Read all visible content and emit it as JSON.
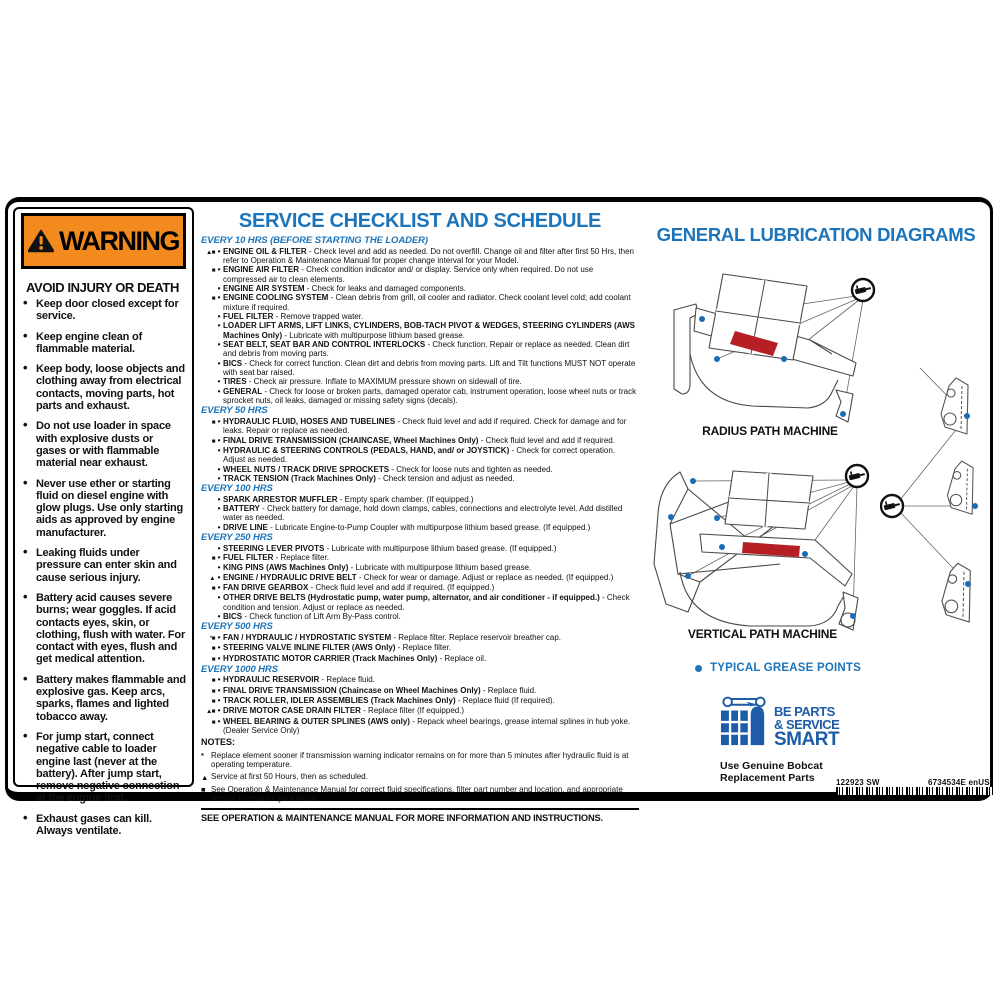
{
  "warning": {
    "header": "WARNING",
    "title": "AVOID INJURY OR DEATH",
    "bullets": [
      "Keep door closed except for service.",
      "Keep engine clean of flammable material.",
      "Keep body, loose objects and clothing away from electrical contacts, moving parts, hot parts and exhaust.",
      "Do not use loader in space with explosive dusts or gases or with flammable material near exhaust.",
      "Never use ether or starting fluid on diesel engine with glow plugs. Use only starting aids as approved by engine manufacturer.",
      "Leaking fluids under pressure can enter skin and cause serious injury.",
      "Battery acid causes severe burns; wear goggles.  If acid contacts eyes, skin, or clothing, flush with water.  For contact with eyes, flush and get medical attention.",
      "Battery makes flammable and explosive gas.  Keep arcs, sparks, flames and lighted tobacco away.",
      "For jump start, connect negative cable to loader engine last (never at the battery).  After jump start, remove negative connection at the engine first.",
      "Exhaust gases can kill. Always ventilate."
    ]
  },
  "checklist": {
    "title": "SERVICE CHECKLIST AND SCHEDULE",
    "sections": [
      {
        "header": "EVERY 10 HRS (BEFORE STARTING THE LOADER)",
        "items": [
          {
            "m": "ts",
            "name": "ENGINE OIL & FILTER",
            "desc": "Check level and add as needed.  Do not overfill.  Change oil and filter after first 50 Hrs, then refer to Operation & Maintenance Manual for proper change interval for your Model."
          },
          {
            "m": "s",
            "name": "ENGINE AIR FILTER",
            "desc": "Check condition indicator and/ or display.  Service only when required.  Do not use compressed air to clean elements."
          },
          {
            "m": "",
            "name": "ENGINE AIR SYSTEM",
            "desc": "Check for leaks and damaged components."
          },
          {
            "m": "s",
            "name": "ENGINE COOLING SYSTEM",
            "desc": "Clean debris from grill, oil cooler and radiator.  Check coolant level cold; add coolant mixture if required."
          },
          {
            "m": "",
            "name": "FUEL FILTER",
            "desc": "Remove trapped water."
          },
          {
            "m": "",
            "name": "LOADER LIFT ARMS, LIFT LINKS, CYLINDERS, BOB-TACH PIVOT & WEDGES, STEERING CYLINDERS (AWS Machines Only)",
            "desc": "Lubricate with multipurpose lithium based grease."
          },
          {
            "m": "",
            "name": "SEAT BELT, SEAT BAR AND CONTROL INTERLOCKS",
            "desc": "Check function.  Repair or replace as needed.  Clean dirt and debris from moving parts."
          },
          {
            "m": "",
            "name": "BICS",
            "desc": "Check for correct function.  Clean dirt and debris from moving parts.  Lift and Tilt functions MUST NOT operate with seat bar raised."
          },
          {
            "m": "",
            "name": "TIRES",
            "desc": "Check air pressure.  Inflate to MAXIMUM pressure shown on sidewall of tire."
          },
          {
            "m": "",
            "name": "GENERAL",
            "desc": "Check for loose or broken parts, damaged operator cab, instrument operation, loose wheel nuts or track sprocket nuts, oil leaks, damaged or missing safety signs (decals)."
          }
        ]
      },
      {
        "header": "EVERY 50 HRS",
        "items": [
          {
            "m": "s",
            "name": "HYDRAULIC FLUID, HOSES AND TUBELINES",
            "desc": "Check fluid level and add if required.  Check for damage and for leaks.  Repair or replace as needed."
          },
          {
            "m": "s",
            "name": "FINAL DRIVE TRANSMISSION (CHAINCASE, Wheel Machines Only)",
            "desc": "Check fluid level and add if required."
          },
          {
            "m": "",
            "name": "HYDRAULIC & STEERING CONTROLS (PEDALS, HAND, and/ or JOYSTICK)",
            "desc": "Check for correct operation.  Adjust as needed."
          },
          {
            "m": "",
            "name": "WHEEL NUTS / TRACK DRIVE SPROCKETS",
            "desc": "Check for loose nuts and tighten as needed."
          },
          {
            "m": "",
            "name": "TRACK TENSION (Track Machines Only)",
            "desc": "Check tension and adjust as needed."
          }
        ]
      },
      {
        "header": "EVERY 100 HRS",
        "items": [
          {
            "m": "",
            "name": "SPARK ARRESTOR MUFFLER",
            "desc": "Empty spark chamber.  (If equipped.)"
          },
          {
            "m": "",
            "name": "BATTERY",
            "desc": "Check battery for damage, hold down clamps, cables, connections and electrolyte level.  Add distilled water as needed."
          },
          {
            "m": "",
            "name": "DRIVE LINE",
            "desc": "Lubricate Engine-to-Pump Coupler with multipurpose lithium based grease.  (If equipped.)"
          }
        ]
      },
      {
        "header": "EVERY 250 HRS",
        "items": [
          {
            "m": "",
            "name": "STEERING LEVER PIVOTS",
            "desc": "Lubricate with multipurpose lithium based grease.  (If equipped.)"
          },
          {
            "m": "s",
            "name": "FUEL FILTER",
            "desc": "Replace filter."
          },
          {
            "m": "",
            "name": "KING PINS (AWS Machines Only)",
            "desc": "Lubricate with multipurpose lithium based grease."
          },
          {
            "m": "t",
            "name": "ENGINE / HYDRAULIC DRIVE BELT",
            "desc": "Check for wear or damage.  Adjust or replace as needed.  (If equipped.)"
          },
          {
            "m": "s",
            "name": "FAN DRIVE GEARBOX",
            "desc": "Check fluid level and add if required.  (If equipped.)"
          },
          {
            "m": "",
            "name": "OTHER DRIVE BELTS (Hydrostatic pump, water pump, alternator, and air conditioner - if equipped.)",
            "desc": "Check condition and tension.  Adjust or replace as needed."
          },
          {
            "m": "",
            "name": "BICS",
            "desc": "Check function of Lift Arm By-Pass control."
          }
        ]
      },
      {
        "header": "EVERY 500 HRS",
        "items": [
          {
            "m": "xs",
            "name": "FAN / HYDRAULIC / HYDROSTATIC SYSTEM",
            "desc": "Replace filter.  Replace reservoir breather cap."
          },
          {
            "m": "s",
            "name": "STEERING VALVE INLINE FILTER (AWS Only)",
            "desc": "Replace filter."
          },
          {
            "m": "s",
            "name": "HYDROSTATIC MOTOR CARRIER (Track Machines Only)",
            "desc": "Replace oil."
          }
        ]
      },
      {
        "header": "EVERY 1000 HRS",
        "items": [
          {
            "m": "s",
            "name": "HYDRAULIC RESERVOIR",
            "desc": "Replace fluid."
          },
          {
            "m": "s",
            "name": "FINAL DRIVE TRANSMISSION (Chaincase on Wheel Machines Only)",
            "desc": "Replace fluid."
          },
          {
            "m": "s",
            "name": "TRACK ROLLER, IDLER ASSEMBLIES (Track Machines Only)",
            "desc": "Replace fluid (If required)."
          },
          {
            "m": "ts",
            "name": "DRIVE MOTOR CASE DRAIN FILTER",
            "desc": "Replace filter (If equipped.)"
          },
          {
            "m": "s",
            "name": "WHEEL BEARING & OUTER SPLINES (AWS only)",
            "desc": "Repack wheel bearings, grease internal splines in hub yoke. (Dealer Service Only)"
          }
        ]
      }
    ],
    "notes_label": "NOTES:",
    "notes": [
      {
        "m": "x",
        "text": "Replace element sooner if transmission warning indicator remains on for more than 5 minutes after hydraulic fluid is at operating temperature."
      },
      {
        "m": "t",
        "text": "Service at first 50 Hours, then as scheduled."
      },
      {
        "m": "s",
        "text": "See Operation & Maintenance Manual for correct fluid specifications, filter part number and location, and appropriate service interval for your Model."
      }
    ],
    "footer": "SEE OPERATION & MAINTENANCE MANUAL FOR MORE INFORMATION AND INSTRUCTIONS."
  },
  "diagrams": {
    "title": "GENERAL LUBRICATION DIAGRAMS",
    "radius_caption": "RADIUS PATH MACHINE",
    "vertical_caption": "VERTICAL PATH MACHINE",
    "legend": "TYPICAL GREASE POINTS",
    "logo_line1": "BE PARTS",
    "logo_line2": "& SERVICE",
    "logo_line3": "SMART",
    "genuine_line1": "Use Genuine Bobcat",
    "genuine_line2": "Replacement Parts",
    "part_number_left": "122923 SW",
    "part_number_right": "6734534E enUS"
  },
  "colors": {
    "accent_blue": "#1c74ba",
    "warning_orange": "#f28a1e",
    "decal_red": "#b62025",
    "logo_blue": "#1e5ca8",
    "grease_dot_blue": "#1b6bb5"
  }
}
